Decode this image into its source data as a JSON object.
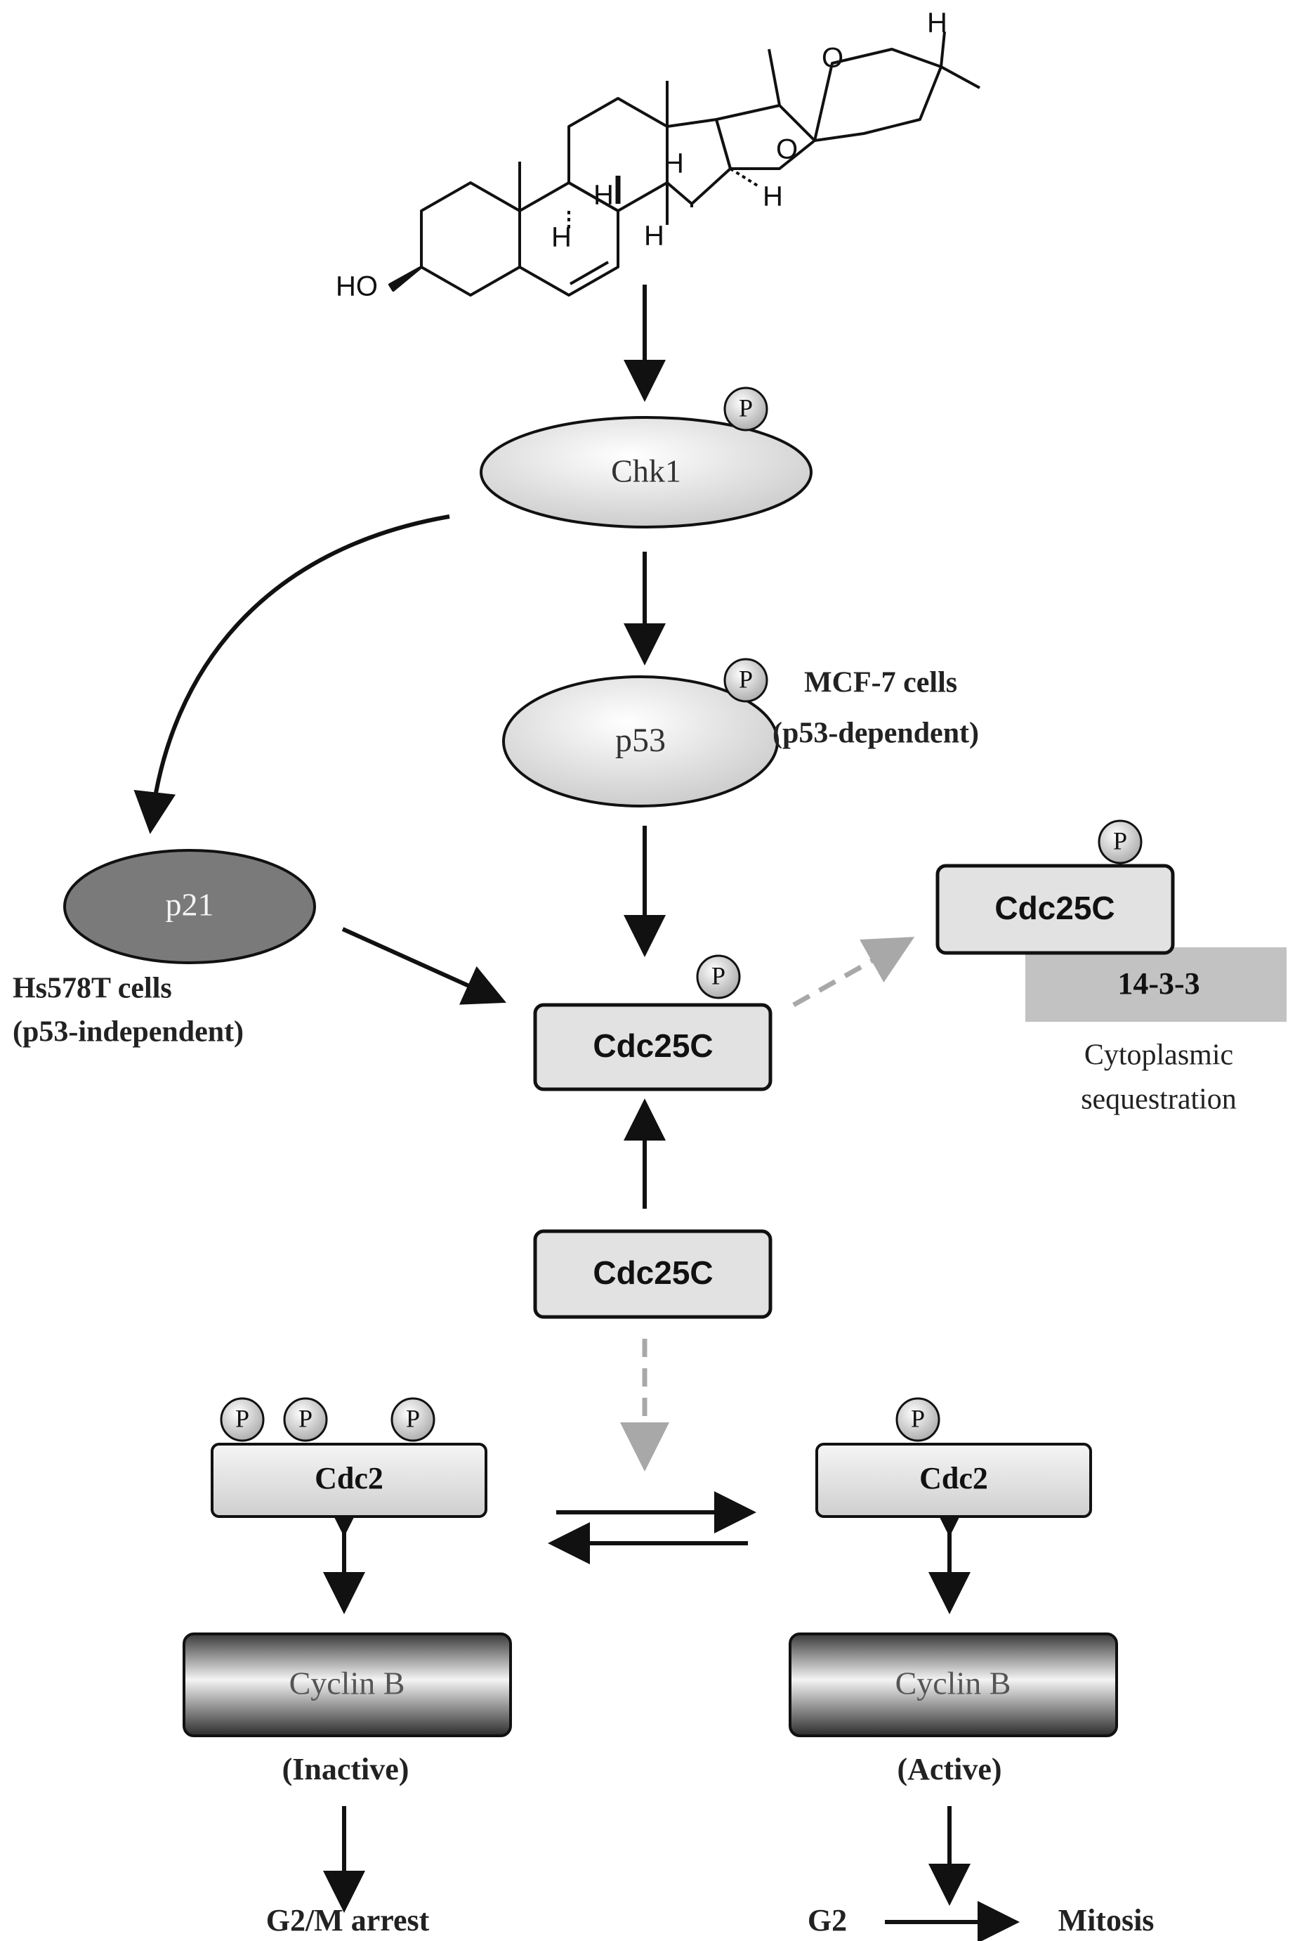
{
  "molecule": {
    "label_ho": "HO",
    "label_o_ring": "O",
    "label_o_furan": "O",
    "label_h": "H"
  },
  "nodes": {
    "chk1": "Chk1",
    "p53": "p53",
    "p21": "p21",
    "cdc25c_phos": "Cdc25C",
    "cdc25c_cyto": "Cdc25C",
    "cdc25c": "Cdc25C",
    "protein_1433": "14-3-3",
    "cdc2_inactive": "Cdc2",
    "cdc2_active": "Cdc2",
    "cyclinb_inactive": "Cyclin B",
    "cyclinb_active": "Cyclin B"
  },
  "phospho_label": "P",
  "labels": {
    "mcf7_line1": "MCF-7 cells",
    "mcf7_line2": "(p53-dependent)",
    "hs578t_line1": "Hs578T cells",
    "hs578t_line2": "(p53-independent)",
    "cyto_line1": "Cytoplasmic",
    "cyto_line2": "sequestration",
    "inactive": "(Inactive)",
    "active": "(Active)",
    "arrest": "G2/M arrest",
    "g2": "G2",
    "mitosis": "Mitosis"
  },
  "colors": {
    "ellipse_fill": "#dcdcdc",
    "p21_fill": "#7a7a7a",
    "box_fill": "#e2e2e2",
    "box_1433": "#c2c2c2",
    "dashed_arrow": "#a8a8a8",
    "stroke": "#111111"
  }
}
